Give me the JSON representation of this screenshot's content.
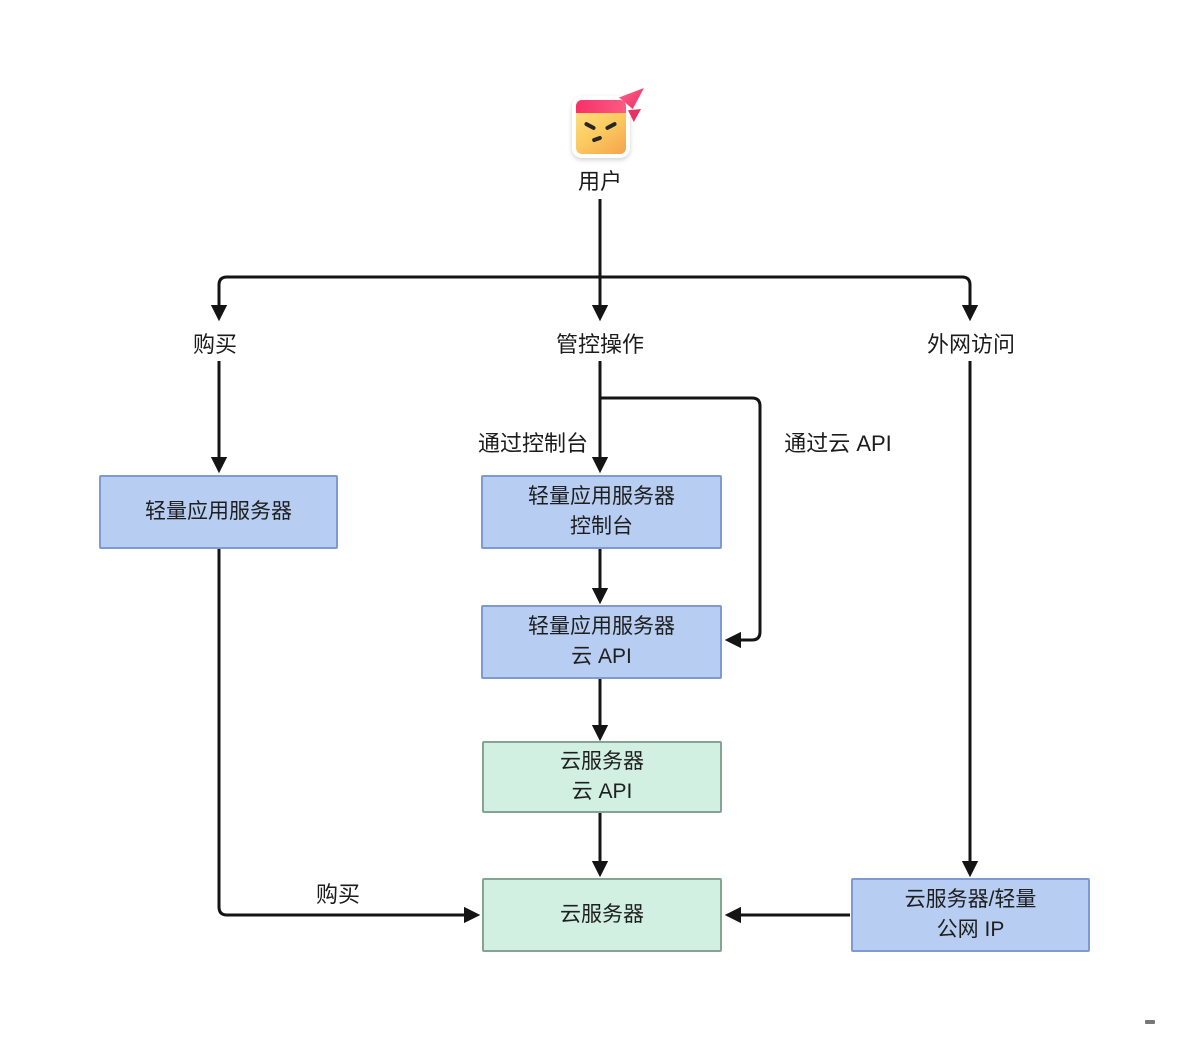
{
  "user": {
    "label": "用户",
    "icon": "angry-face-sticker-icon"
  },
  "branch_labels": {
    "buy": "购买",
    "control": "管控操作",
    "external_access": "外网访问"
  },
  "edge_labels": {
    "via_console": "通过控制台",
    "via_cloud_api": "通过云 API",
    "buy": "购买"
  },
  "boxes": {
    "lighthouse": {
      "line1": "轻量应用服务器"
    },
    "lighthouse_console": {
      "line1": "轻量应用服务器",
      "line2": "控制台"
    },
    "lighthouse_cloud_api": {
      "line1": "轻量应用服务器",
      "line2": "云 API"
    },
    "cvm_cloud_api": {
      "line1": "云服务器",
      "line2": "云 API"
    },
    "cvm": {
      "line1": "云服务器"
    },
    "public_ip": {
      "line1": "云服务器/轻量",
      "line2": "公网 IP"
    }
  },
  "colors": {
    "blue_box_fill": "#b7cdf1",
    "blue_box_border": "#7e9ad0",
    "green_box_fill": "#d2f0e2",
    "green_box_border": "#86a494",
    "connector": "#141414",
    "icon_band_pink": "#f63069",
    "icon_body_yellow": "#fde284",
    "icon_body_orange": "#f5a34c",
    "icon_bow_pink": "#ee2d62"
  }
}
